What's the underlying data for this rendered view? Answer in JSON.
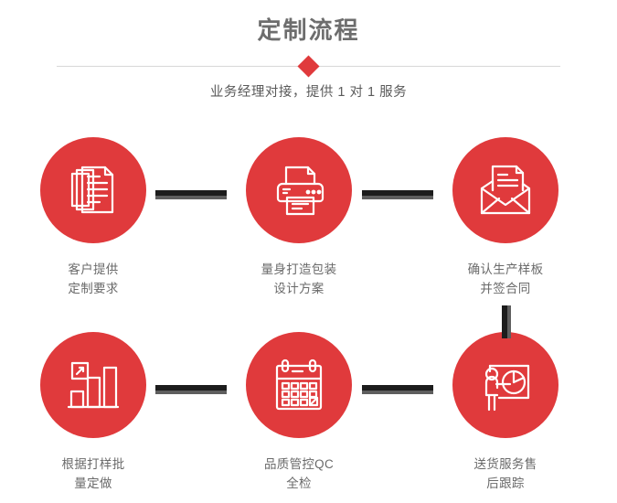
{
  "header": {
    "title": "定制流程",
    "subtitle": "业务经理对接，提供 1 对 1 服务",
    "divider_icon": "diamond-marker",
    "accent_color": "#e03a3c",
    "divider_color": "#d8d8d8",
    "title_color": "#6d6d6d",
    "subtitle_color": "#5a5a5a"
  },
  "steps": [
    {
      "index": 1,
      "icon": "documents-stack-icon",
      "label_line1": "客户提供",
      "label_line2": "定制要求"
    },
    {
      "index": 2,
      "icon": "printer-icon",
      "label_line1": "量身打造包装",
      "label_line2": "设计方案"
    },
    {
      "index": 3,
      "icon": "envelope-document-icon",
      "label_line1": "确认生产样板",
      "label_line2": "并签合同"
    },
    {
      "index": 4,
      "icon": "bar-chart-growth-icon",
      "label_line1": "根据打样批",
      "label_line2": "量定做"
    },
    {
      "index": 5,
      "icon": "calendar-icon",
      "label_line1": "品质管控QC",
      "label_line2": "全检"
    },
    {
      "index": 6,
      "icon": "presenter-piechart-icon",
      "label_line1": "送货服务售",
      "label_line2": "后跟踪"
    }
  ],
  "connectors": [
    {
      "name": "connector-step1-step2",
      "orientation": "horizontal"
    },
    {
      "name": "connector-step2-step3",
      "orientation": "horizontal"
    },
    {
      "name": "connector-step4-step5",
      "orientation": "horizontal"
    },
    {
      "name": "connector-step5-step6",
      "orientation": "horizontal"
    },
    {
      "name": "connector-step3-step6",
      "orientation": "vertical"
    }
  ],
  "theme": {
    "circle_fill": "#e03a3c",
    "icon_stroke": "#ffffff",
    "connector_main": "#1c1c1c",
    "connector_shadow": "#5e5e5e",
    "background": "#ffffff"
  }
}
